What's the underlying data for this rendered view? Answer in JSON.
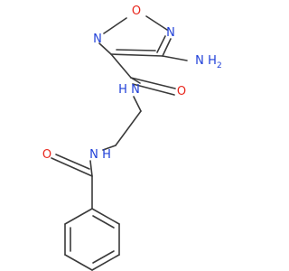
{
  "molecule": {
    "atom_labels": {
      "ring_O": "O",
      "ring_N_right": "N",
      "ring_N_left": "N",
      "amino_N": "N",
      "amino_H": "H",
      "amino_H_count": "2",
      "amide1_O": "O",
      "amide1_N": "N",
      "amide1_H": "H",
      "amide2_N": "N",
      "amide2_H": "H",
      "amide2_O": "O"
    },
    "colors": {
      "bond": "#3a3a3a",
      "nitrogen": "#1f3fd8",
      "oxygen": "#e8261c"
    }
  }
}
